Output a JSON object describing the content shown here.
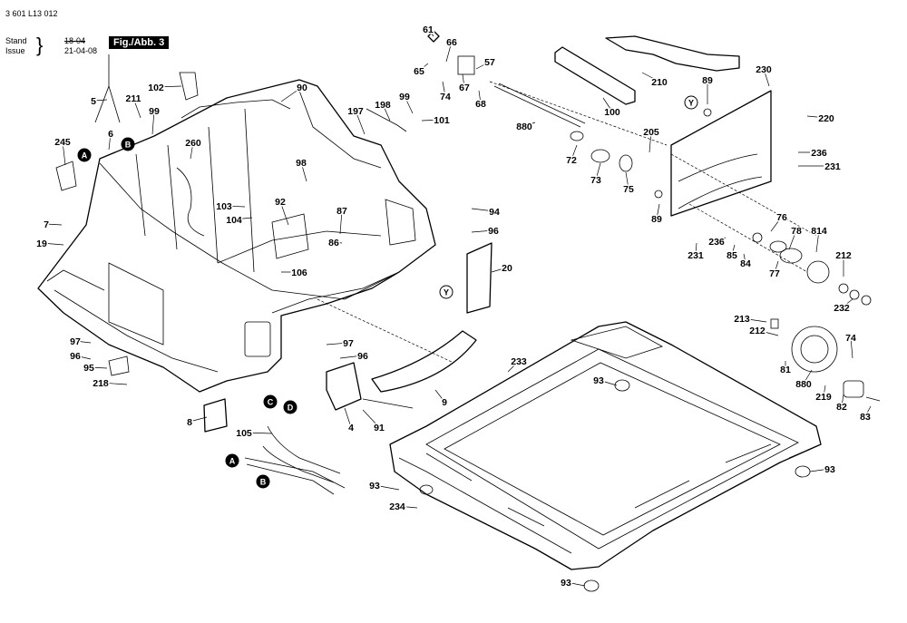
{
  "header": {
    "doc_number": "3 601 L13 012",
    "stand_label": "Stand",
    "stand_date_old": "18-04",
    "issue_label": "Issue",
    "issue_date": "21-04-08",
    "figure_label": "Fig./Abb. 3"
  },
  "callouts": [
    {
      "num": "61"
    },
    {
      "num": "66"
    },
    {
      "num": "57"
    },
    {
      "num": "65"
    },
    {
      "num": "74"
    },
    {
      "num": "67"
    },
    {
      "num": "68"
    },
    {
      "num": "90"
    },
    {
      "num": "102"
    },
    {
      "num": "5"
    },
    {
      "num": "211"
    },
    {
      "num": "99"
    },
    {
      "num": "6"
    },
    {
      "num": "245"
    },
    {
      "num": "260"
    },
    {
      "num": "197"
    },
    {
      "num": "198"
    },
    {
      "num": "99"
    },
    {
      "num": "101"
    },
    {
      "num": "880"
    },
    {
      "num": "210"
    },
    {
      "num": "100"
    },
    {
      "num": "230"
    },
    {
      "num": "89"
    },
    {
      "num": "220"
    },
    {
      "num": "205"
    },
    {
      "num": "72"
    },
    {
      "num": "73"
    },
    {
      "num": "75"
    },
    {
      "num": "236"
    },
    {
      "num": "231"
    },
    {
      "num": "98"
    },
    {
      "num": "103"
    },
    {
      "num": "92"
    },
    {
      "num": "104"
    },
    {
      "num": "87"
    },
    {
      "num": "86"
    },
    {
      "num": "94"
    },
    {
      "num": "96"
    },
    {
      "num": "7"
    },
    {
      "num": "19"
    },
    {
      "num": "106"
    },
    {
      "num": "20"
    },
    {
      "num": "89"
    },
    {
      "num": "76"
    },
    {
      "num": "78"
    },
    {
      "num": "814"
    },
    {
      "num": "236"
    },
    {
      "num": "85"
    },
    {
      "num": "84"
    },
    {
      "num": "77"
    },
    {
      "num": "231"
    },
    {
      "num": "212"
    },
    {
      "num": "232"
    },
    {
      "num": "213"
    },
    {
      "num": "212"
    },
    {
      "num": "74"
    },
    {
      "num": "81"
    },
    {
      "num": "880"
    },
    {
      "num": "219"
    },
    {
      "num": "82"
    },
    {
      "num": "83"
    },
    {
      "num": "97"
    },
    {
      "num": "96"
    },
    {
      "num": "95"
    },
    {
      "num": "218"
    },
    {
      "num": "97"
    },
    {
      "num": "96"
    },
    {
      "num": "233"
    },
    {
      "num": "93"
    },
    {
      "num": "9"
    },
    {
      "num": "8"
    },
    {
      "num": "4"
    },
    {
      "num": "91"
    },
    {
      "num": "105"
    },
    {
      "num": "93"
    },
    {
      "num": "93"
    },
    {
      "num": "234"
    },
    {
      "num": "93"
    }
  ],
  "markers": [
    {
      "letter": "A"
    },
    {
      "letter": "B"
    },
    {
      "letter": "Y"
    },
    {
      "letter": "Y"
    },
    {
      "letter": "C"
    },
    {
      "letter": "D"
    },
    {
      "letter": "A"
    },
    {
      "letter": "B"
    }
  ]
}
